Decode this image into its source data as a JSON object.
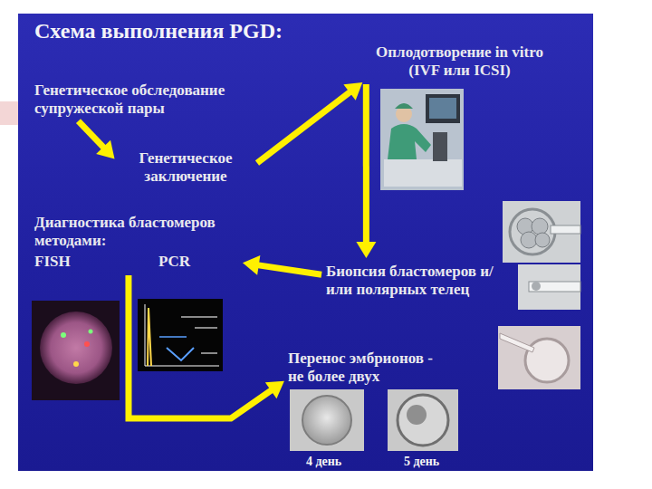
{
  "diagram": {
    "title": "Схема выполнения PGD:",
    "nodes": [
      {
        "text": [
          "Генетическое обследование супружеской пары"
        ]
      },
      {
        "text": [
          "Генетическое заключение"
        ]
      },
      {
        "text": [
          "Оплодотворение in vitro (IVF или ICSI)"
        ]
      },
      {
        "text": [
          "Биопсия бластомеров и/или полярных телец"
        ]
      },
      {
        "text": [
          "Диагностика бластомеров методами:",
          "FISH",
          "PCR"
        ]
      },
      {
        "text": [
          "Перенос эмбрионов - не более двух"
        ]
      }
    ],
    "edges": [
      {
        "from": 0,
        "to": 1,
        "arrow": "to"
      },
      {
        "from": 1,
        "to": 2,
        "arrow": "to"
      },
      {
        "from": 2,
        "to": 3,
        "arrow": "to"
      },
      {
        "from": 3,
        "to": 4,
        "arrow": "to"
      },
      {
        "from": 4,
        "to": 5,
        "arrow": "to"
      }
    ],
    "labels": [
      "4 день",
      "5 день"
    ]
  }
}
